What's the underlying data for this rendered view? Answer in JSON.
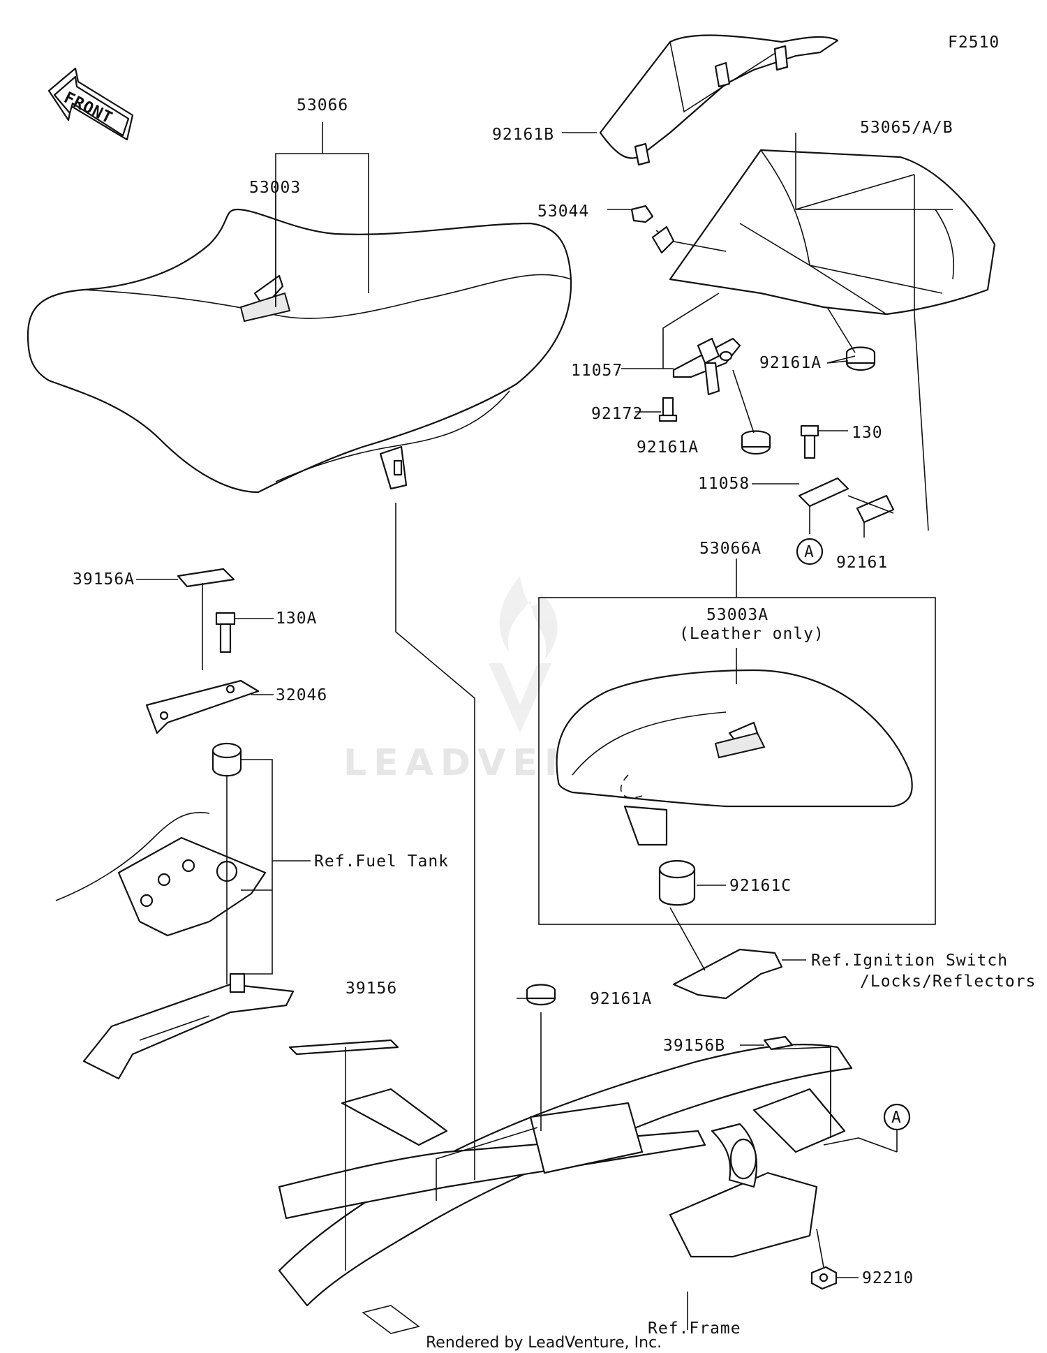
{
  "figure_code": "F2510",
  "front_arrow": {
    "label": "FRONT"
  },
  "watermark": {
    "text": "LEADVENTURE",
    "logo_icon": "leadventure-flame-icon"
  },
  "footer": {
    "text": "Rendered by LeadVenture, Inc."
  },
  "parts": [
    {
      "id": "p53066",
      "label": "53066"
    },
    {
      "id": "p53003",
      "label": "53003"
    },
    {
      "id": "p92161B",
      "label": "92161B"
    },
    {
      "id": "p53044",
      "label": "53044"
    },
    {
      "id": "p53065",
      "label": "53065/A/B"
    },
    {
      "id": "p11057",
      "label": "11057"
    },
    {
      "id": "p92161A_1",
      "label": "92161A"
    },
    {
      "id": "p92172",
      "label": "92172"
    },
    {
      "id": "p92161A_2",
      "label": "92161A"
    },
    {
      "id": "p130",
      "label": "130"
    },
    {
      "id": "p11058",
      "label": "11058"
    },
    {
      "id": "p92161",
      "label": "92161"
    },
    {
      "id": "p39156A",
      "label": "39156A"
    },
    {
      "id": "p130A",
      "label": "130A"
    },
    {
      "id": "p32046",
      "label": "32046"
    },
    {
      "id": "p53066A",
      "label": "53066A"
    },
    {
      "id": "p53003A",
      "label": "53003A"
    },
    {
      "id": "p53003A_note",
      "label": "(Leather only)"
    },
    {
      "id": "p92161C",
      "label": "92161C"
    },
    {
      "id": "p39156",
      "label": "39156"
    },
    {
      "id": "p92161A_3",
      "label": "92161A"
    },
    {
      "id": "p39156B",
      "label": "39156B"
    },
    {
      "id": "p92210",
      "label": "92210"
    }
  ],
  "references": [
    {
      "id": "ref_fuel",
      "label": "Ref.Fuel Tank"
    },
    {
      "id": "ref_ign_1",
      "label": "Ref.Ignition Switch"
    },
    {
      "id": "ref_ign_2",
      "label": "/Locks/Reflectors"
    },
    {
      "id": "ref_frame",
      "label": "Ref.Frame"
    }
  ],
  "callouts": [
    {
      "id": "callout_a_top",
      "label": "A"
    },
    {
      "id": "callout_a_bottom",
      "label": "A"
    }
  ]
}
